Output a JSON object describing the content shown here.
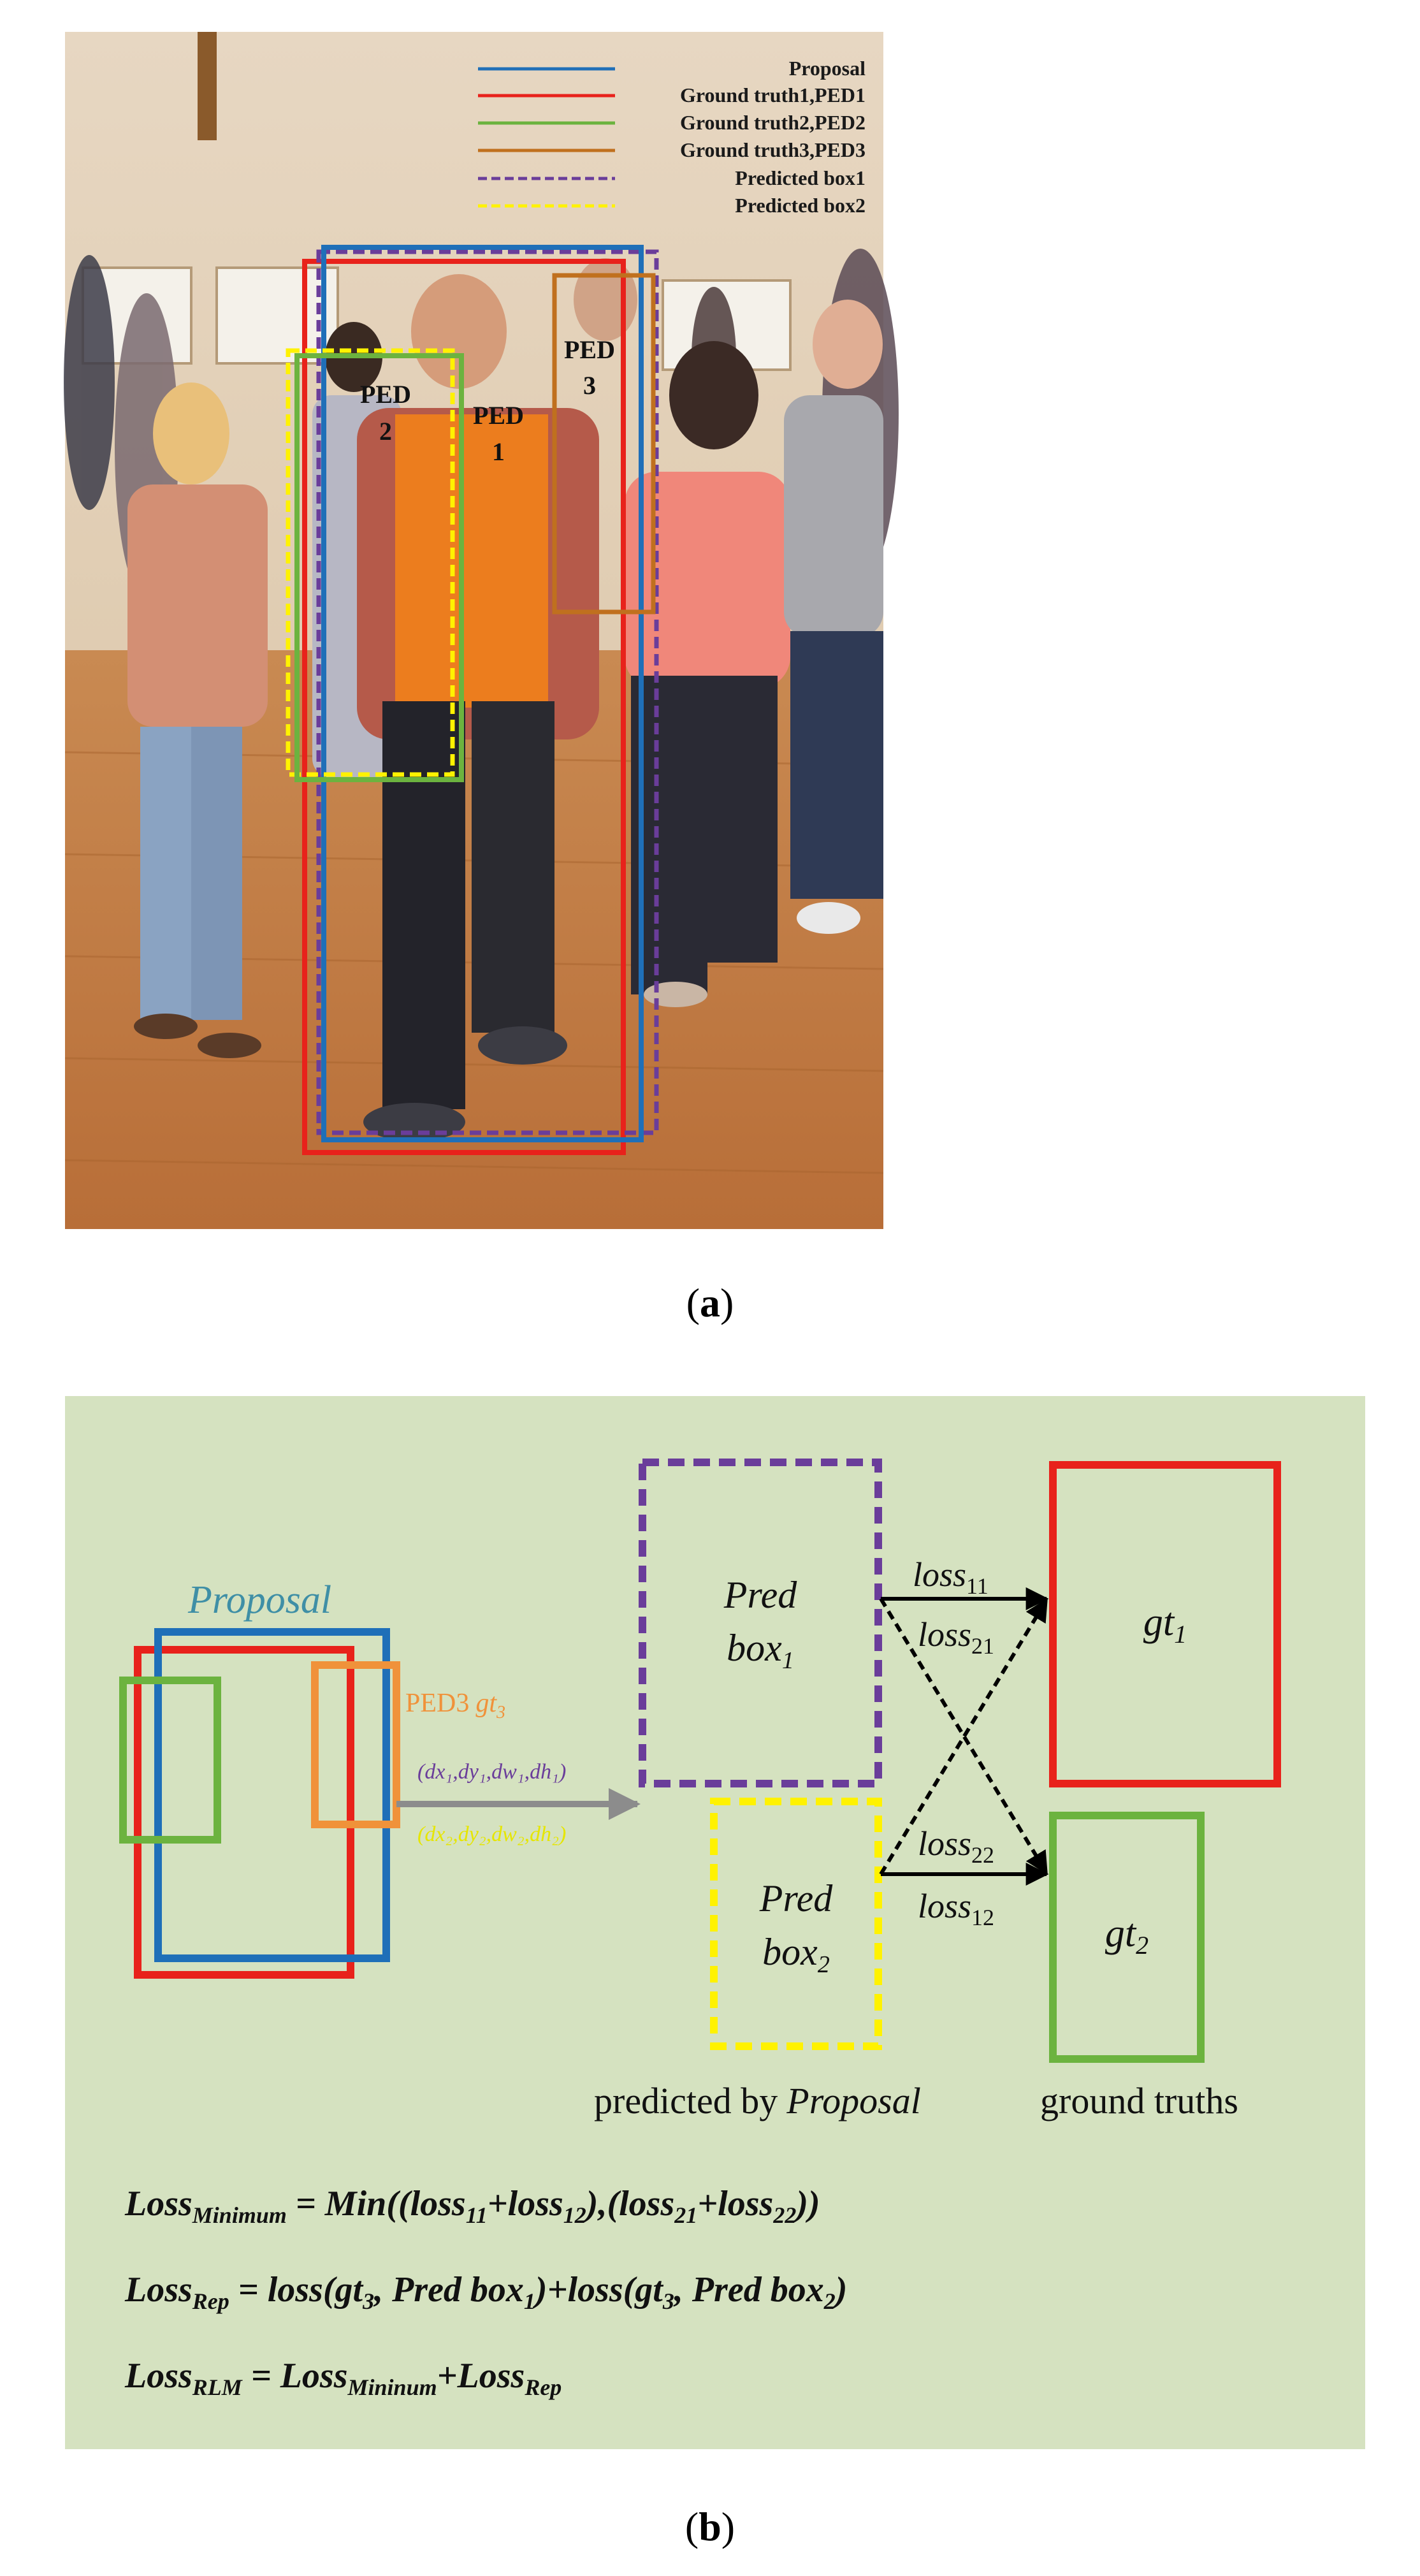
{
  "panel_a": {
    "legend": {
      "proposal": "Proposal",
      "gt1": "Ground truth1,PED1",
      "gt2": "Ground truth2,PED2",
      "gt3": "Ground truth3,PED3",
      "pred1": "Predicted box1",
      "pred2": "Predicted box2"
    },
    "labels": {
      "ped2_a": "PED",
      "ped2_b": "2",
      "ped1_a": "PED",
      "ped1_b": "1",
      "ped3_a": "PED",
      "ped3_b": "3"
    },
    "caption": {
      "open": "(",
      "letter": "a",
      "close": ")"
    }
  },
  "panel_b": {
    "proposal": "Proposal",
    "ped3": "PED3",
    "gt3": "gt",
    "gt3_sub": "3",
    "offsets1": "(dx₁,dy₁,dw₁,dh₁)",
    "offsets2": "(dx₂,dy₂,dw₂,dh₂)",
    "pred1_line1": "Pred",
    "pred1_line2": "box",
    "pred1_sub": "1",
    "pred2_line1": "Pred",
    "pred2_line2": "box",
    "pred2_sub": "2",
    "loss": "loss",
    "sub11": "11",
    "sub21": "21",
    "sub22": "22",
    "sub12": "12",
    "gt": "gt",
    "gt1_sub": "1",
    "gt2_sub": "2",
    "predicted_by": "predicted by",
    "predicted_by_em": "Proposal",
    "ground_truths": "ground truths",
    "formula1": {
      "lhs": "Loss",
      "lhs_sub": "Minimum",
      "rhs_a": " = Min((loss",
      "s11": "11",
      "p1": "+loss",
      "s12": "12",
      "p2": "),(loss",
      "s21": "21",
      "p3": "+loss",
      "s22": "22",
      "p4": "))"
    },
    "formula2": {
      "lhs": "Loss",
      "lhs_sub": "Rep",
      "rhs_a": " = loss(gt",
      "s3a": "3",
      "p1": ", Pred box",
      "s1": "1",
      "p2": ")+loss(gt",
      "s3b": "3",
      "p3": ", Pred box",
      "s2": "2",
      "p4": ")"
    },
    "formula3": {
      "lhs": "Loss",
      "lhs_sub": "RLM",
      "rhs_a": " = Loss",
      "s_min": "Mininum",
      "p1": "+Loss",
      "s_rep": "Rep"
    },
    "caption": {
      "open": "(",
      "letter": "b",
      "close": ")"
    }
  },
  "colors": {
    "proposal": "#1f6fb8",
    "gt1": "#e8221b",
    "gt2": "#6cb33f",
    "gt3": "#f0923a",
    "pred1": "#6a3d9a",
    "pred2": "#fff200",
    "panel_bg": "#d5e2c0",
    "proposal_text": "#3f8fa6",
    "offset1_text": "#6a3d9a",
    "offset2_text": "#e6e600",
    "arrow_grey": "#8c8c8c"
  }
}
